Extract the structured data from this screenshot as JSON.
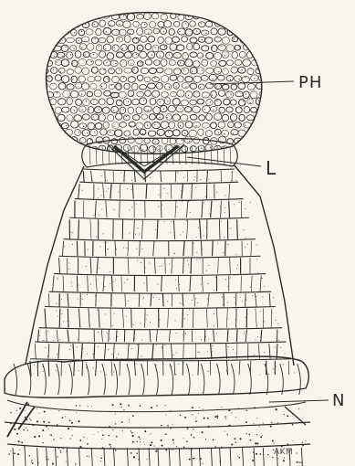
{
  "labels": {
    "ph": "PH",
    "l": "L",
    "n": "N",
    "initials": "AKM"
  },
  "colors": {
    "background": "#f7f5ee",
    "ink": "#2b2b2b",
    "stipple": "#555555"
  }
}
